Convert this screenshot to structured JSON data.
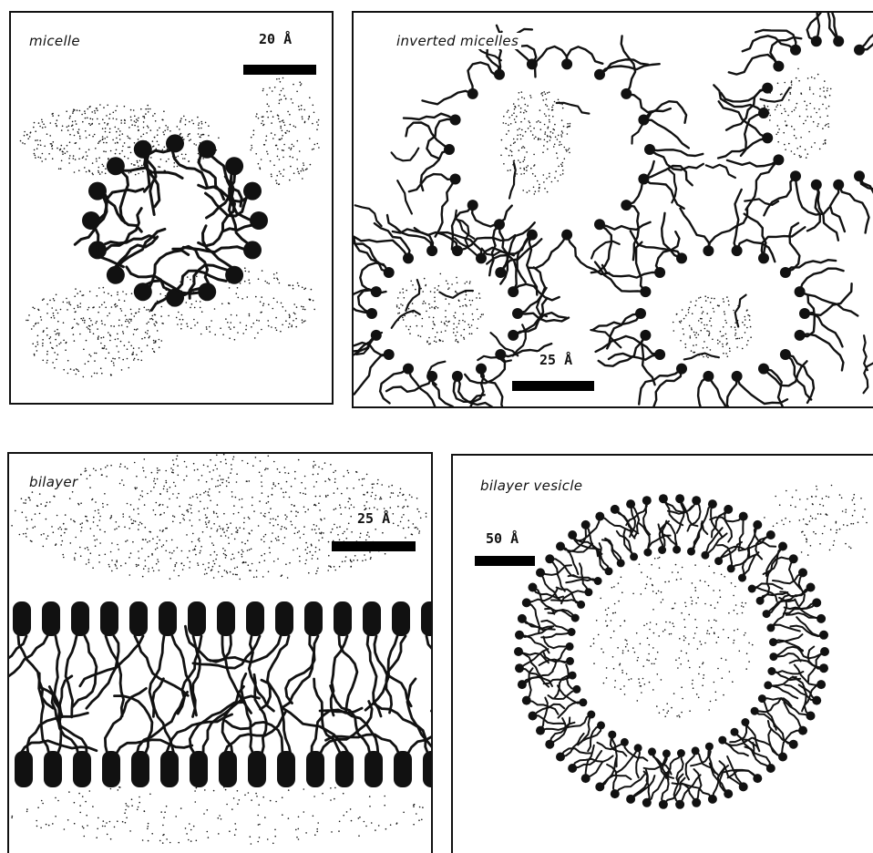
{
  "panels": {
    "micelle": {
      "title": "micelle",
      "scale": "20 Å"
    },
    "inverted": {
      "title": "inverted micelles",
      "scale": "25 Å"
    },
    "bilayer": {
      "title": "bilayer",
      "scale": "25 Å"
    },
    "vesicle": {
      "title": "bilayer vesicle",
      "scale": "50 Å"
    }
  },
  "colors": {
    "ink": "#111111",
    "background": "#ffffff"
  }
}
